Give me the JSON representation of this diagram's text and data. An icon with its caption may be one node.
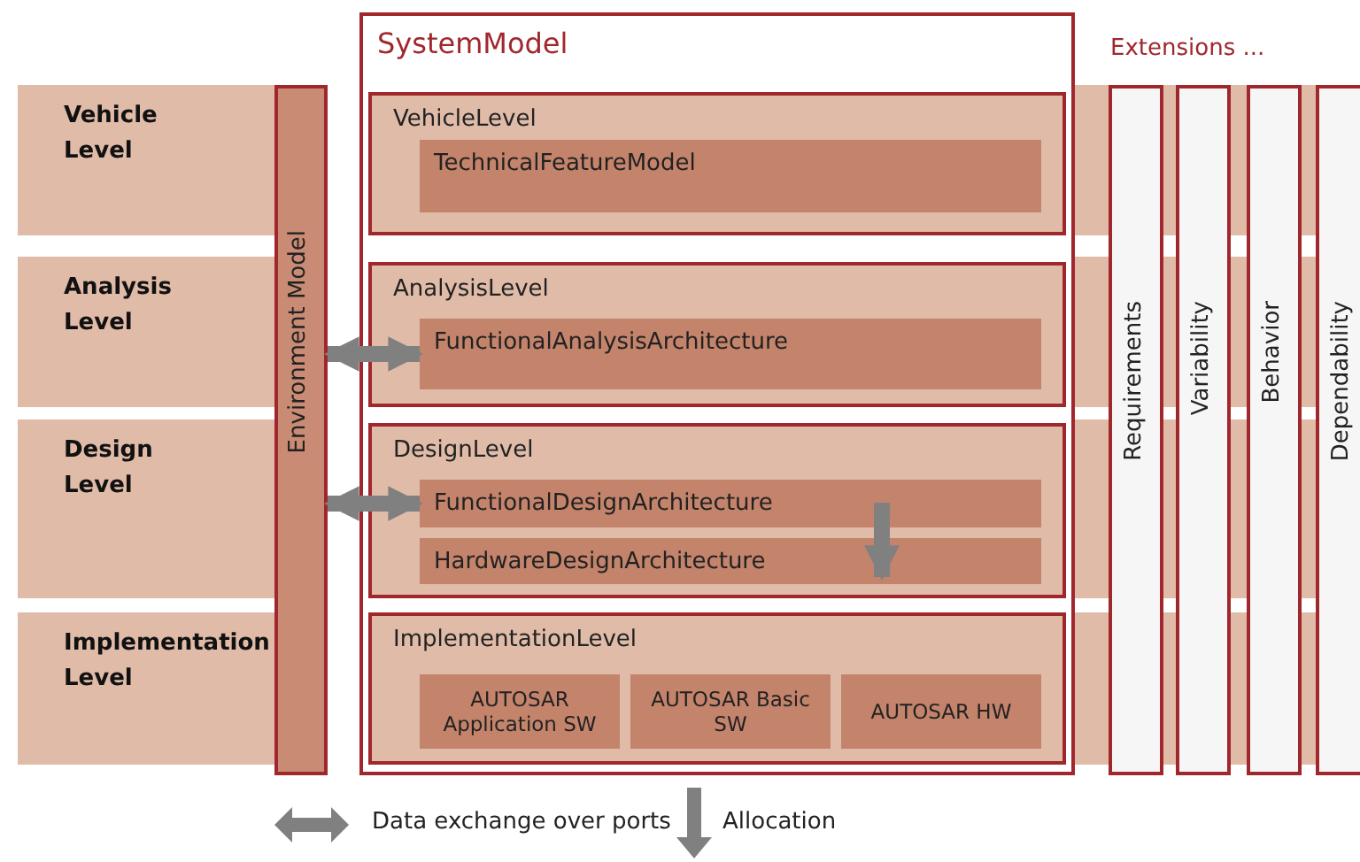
{
  "diagram": {
    "nodes": [
      {
        "text": [
          "Vehicle Level"
        ]
      },
      {
        "text": [
          "Analysis Level"
        ]
      },
      {
        "text": [
          "Design Level"
        ]
      },
      {
        "text": [
          "Implementation Level"
        ]
      },
      {
        "text": [
          "Environment Model"
        ]
      },
      {
        "text": [
          "SystemModel"
        ]
      },
      {
        "text": [
          "VehicleLevel"
        ],
        "in": 5
      },
      {
        "text": [
          "TechnicalFeatureModel"
        ],
        "in": 6
      },
      {
        "text": [
          "AnalysisLevel"
        ],
        "in": 5
      },
      {
        "text": [
          "FunctionalAnalysisArchitecture"
        ],
        "in": 8
      },
      {
        "text": [
          "DesignLevel"
        ],
        "in": 5
      },
      {
        "text": [
          "FunctionalDesignArchitecture"
        ],
        "in": 10
      },
      {
        "text": [
          "HardwareDesignArchitecture"
        ],
        "in": 10
      },
      {
        "text": [
          "ImplementationLevel"
        ],
        "in": 5
      },
      {
        "text": [
          "AUTOSAR Application SW"
        ],
        "in": 13
      },
      {
        "text": [
          "AUTOSAR Basic SW"
        ],
        "in": 13
      },
      {
        "text": [
          "AUTOSAR HW"
        ],
        "in": 13
      },
      {
        "text": [
          "Requirements"
        ]
      },
      {
        "text": [
          "Variability"
        ]
      },
      {
        "text": [
          "Behavior"
        ]
      },
      {
        "text": [
          "Dependability"
        ]
      }
    ],
    "edges": [
      {
        "from": 4,
        "to": 9,
        "arrow": "both"
      },
      {
        "from": 4,
        "to": 11,
        "arrow": "both"
      },
      {
        "from": 11,
        "to": 12,
        "arrow": "to"
      }
    ],
    "labels": [
      "Extensions ..."
    ],
    "legend": [
      {
        "text": "Data exchange over ports"
      },
      {
        "text": "Allocation"
      }
    ]
  }
}
